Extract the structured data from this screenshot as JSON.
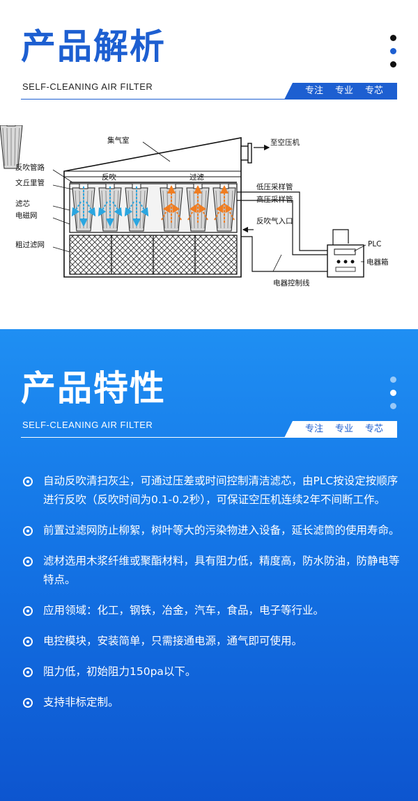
{
  "section1": {
    "title": "产品解析",
    "subtitle": "SELF-CLEANING AIR FILTER",
    "tags": [
      "专注",
      "专业",
      "专芯"
    ],
    "dot_colors": [
      "#111111",
      "#1d5fd1",
      "#111111"
    ]
  },
  "diagram": {
    "labels": {
      "collect": "集气室",
      "to_compressor": "至空压机",
      "reverse_pipe": "反吹管路",
      "venturi": "文丘里管",
      "cartridge": "滤芯",
      "mesh": "电磁网",
      "coarse": "粗过滤网",
      "reverse": "反吹",
      "filtering": "过滤",
      "low_sampling": "低压采样管",
      "high_sampling": "高压采样管",
      "reverse_inlet": "反吹气入口",
      "plc": "PLC",
      "electric_box": "电器箱",
      "control_line": "电器控制线"
    },
    "colors": {
      "reverse_flow": "#2aa6e0",
      "filter_flow": "#ef7d22"
    }
  },
  "section2": {
    "title": "产品特性",
    "subtitle": "SELF-CLEANING AIR FILTER",
    "tags": [
      "专注",
      "专业",
      "专芯"
    ],
    "features": [
      "自动反吹清扫灰尘，可通过压差或时间控制清洁滤芯，由PLC按设定按顺序进行反吹（反吹时间为0.1-0.2秒），可保证空压机连续2年不间断工作。",
      "前置过滤网防止柳絮，树叶等大的污染物进入设备，延长滤筒的使用寿命。",
      "滤材选用木浆纤维或聚酯材料，具有阻力低，精度高，防水防油，防静电等特点。",
      "应用领域：化工，钢铁，冶金，汽车，食品，电子等行业。",
      "电控模块，安装简单，只需接通电源，通气即可使用。",
      "阻力低，初始阻力150pa以下。",
      "支持非标定制。"
    ]
  }
}
